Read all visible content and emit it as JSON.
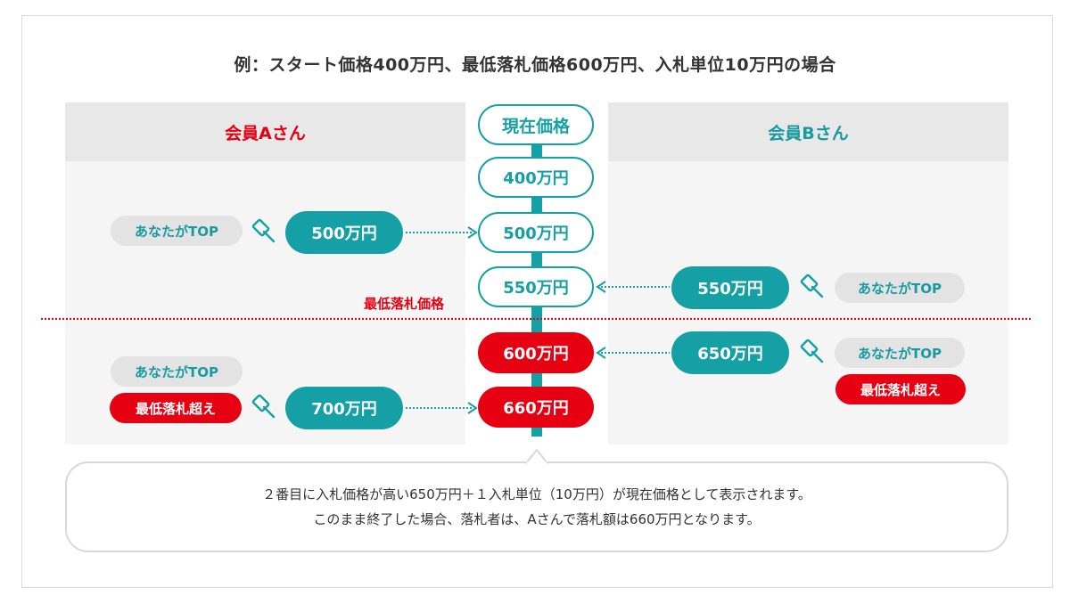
{
  "title": "例：スタート価格400万円、最低落札価格600万円、入札単位10万円の場合",
  "member_a": {
    "label": "会員Aさん"
  },
  "member_b": {
    "label": "会員Bさん"
  },
  "current_price": {
    "label": "現在価格",
    "steps": [
      "400万円",
      "500万円",
      "550万円",
      "600万円",
      "660万円"
    ]
  },
  "minimum_price_label": "最低落札価格",
  "bids_a": [
    "500万円",
    "700万円"
  ],
  "bids_b": [
    "550万円",
    "650万円"
  ],
  "tags": {
    "top": "あなたがTOP",
    "above_minimum": "最低落札超え"
  },
  "explanation": {
    "line1": "２番目に入札価格が高い650万円＋１入札単位（10万円）が現在価格として表示されます。",
    "line2": "このまま終了した場合、落札者は、Aさんで落札額は660万円となります。"
  },
  "colors": {
    "teal": "#15a0a6",
    "red": "#e60012",
    "grey": "#e3e3e3"
  }
}
